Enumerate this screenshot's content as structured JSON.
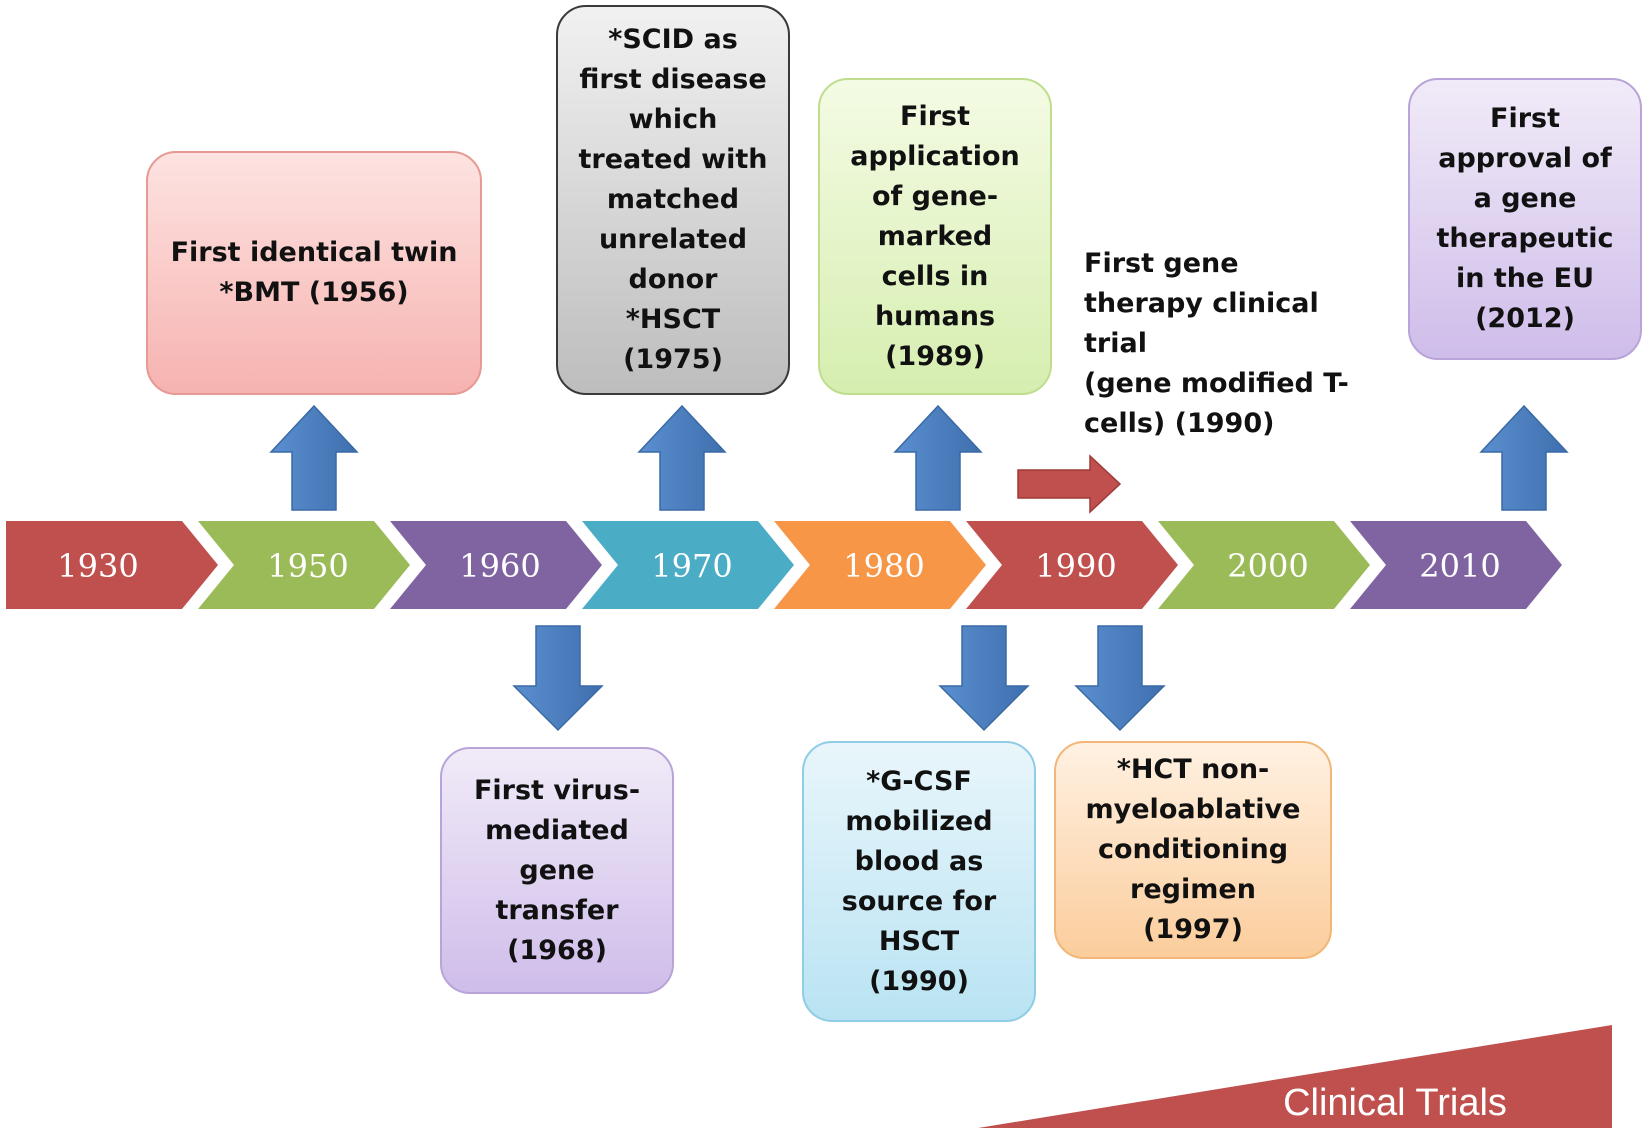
{
  "timeline": {
    "segments": [
      {
        "label": "1930",
        "color": "#c0504d"
      },
      {
        "label": "1950",
        "color": "#9bbb59"
      },
      {
        "label": "1960",
        "color": "#8064a2"
      },
      {
        "label": "1970",
        "color": "#4bacc6"
      },
      {
        "label": "1980",
        "color": "#f79646"
      },
      {
        "label": "1990",
        "color": "#c0504d"
      },
      {
        "label": "2000",
        "color": "#9bbb59"
      },
      {
        "label": "2010",
        "color": "#8064a2"
      }
    ]
  },
  "events": {
    "bmt": {
      "lines": [
        "First identical twin",
        "*BMT (1956)"
      ]
    },
    "scid": {
      "lines": [
        "*SCID as",
        "first disease",
        "which",
        "treated with",
        "matched",
        "unrelated",
        "donor",
        "*HSCT",
        "(1975)"
      ]
    },
    "gene_marked": {
      "lines": [
        "First",
        "application",
        "of gene-",
        "marked",
        "cells in",
        "humans",
        "(1989)"
      ]
    },
    "gene_therapy_trial": {
      "lines": [
        "First gene",
        "therapy clinical",
        "trial",
        "(gene modified T-",
        "cells) (1990)"
      ]
    },
    "eu_approval": {
      "lines": [
        "First",
        "approval of",
        "a gene",
        "therapeutic",
        "in the EU",
        "(2012)"
      ]
    },
    "virus_transfer": {
      "lines": [
        "First virus-",
        "mediated",
        "gene",
        "transfer",
        "(1968)"
      ]
    },
    "gcsf": {
      "lines": [
        "*G-CSF",
        "mobilized",
        "blood as",
        "source for",
        "HSCT",
        "(1990)"
      ]
    },
    "hct": {
      "lines": [
        "*HCT non-",
        "myeloablative",
        "conditioning",
        "regimen",
        "(1997)"
      ]
    }
  },
  "clinical_trials": {
    "label": "Clinical Trials",
    "color": "#c0504d"
  },
  "colors": {
    "arrow_blue": "#4f81bd",
    "arrow_red": "#c0504d"
  }
}
